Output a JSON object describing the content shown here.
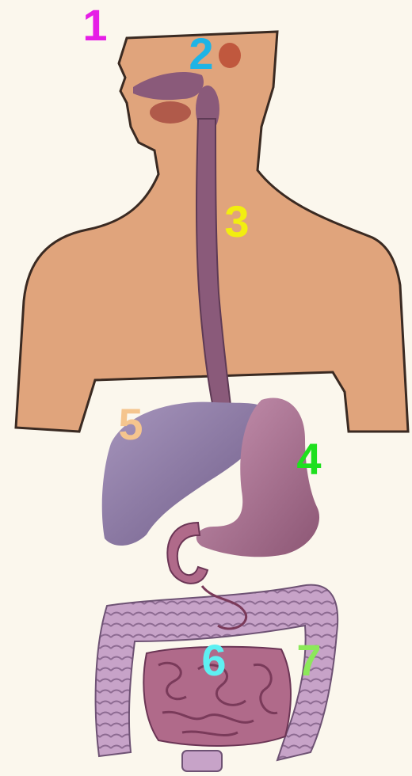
{
  "labels": [
    {
      "id": "1",
      "text": "1",
      "color": "#e61ee6"
    },
    {
      "id": "2",
      "text": "2",
      "color": "#1eb4e6"
    },
    {
      "id": "3",
      "text": "3",
      "color": "#f2ee10"
    },
    {
      "id": "4",
      "text": "4",
      "color": "#1ee01e"
    },
    {
      "id": "5",
      "text": "5",
      "color": "#f5c58e"
    },
    {
      "id": "6",
      "text": "6",
      "color": "#5ef0f2"
    },
    {
      "id": "7",
      "text": "7",
      "color": "#8ce85a"
    }
  ],
  "colors": {
    "background": "#fbf7ed",
    "skin": "#e0a47c",
    "skin_outline": "#3a2a22",
    "esophagus": "#8a5a7a",
    "liver": "#8f7aa8",
    "stomach": "#b07898",
    "small_intestine": "#b06a8a",
    "large_intestine": "#c7a3c8"
  }
}
